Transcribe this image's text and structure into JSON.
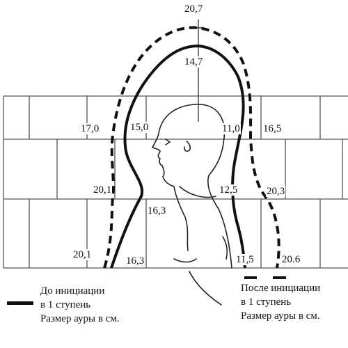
{
  "measurements": {
    "top_outer": "20,7",
    "top_inner": "14,7",
    "head_left_outer": "17,0",
    "head_left_inner": "15,0",
    "head_right_inner": "11,0",
    "head_right_outer": "16,5",
    "chest_left_outer": "20,1",
    "chest_left_inner": "16,3",
    "chest_right_inner": "12,5",
    "chest_right_outer": "20,3",
    "bottom_left_outer": "20,1",
    "bottom_left_inner": "16,3",
    "bottom_right_inner": "11,5",
    "bottom_right_outer": "20.6"
  },
  "legend": {
    "before": {
      "line1": "До инициации",
      "line2": "в 1 ступень",
      "line3": "Размер ауры в см.",
      "line_style": "solid"
    },
    "after": {
      "line1": "После инициации",
      "line2": "в 1 ступень",
      "line3": "Размер ауры в см.",
      "line_style": "dashed"
    }
  },
  "colors": {
    "ink": "#111111",
    "grid": "#555555",
    "background": "#ffffff"
  }
}
